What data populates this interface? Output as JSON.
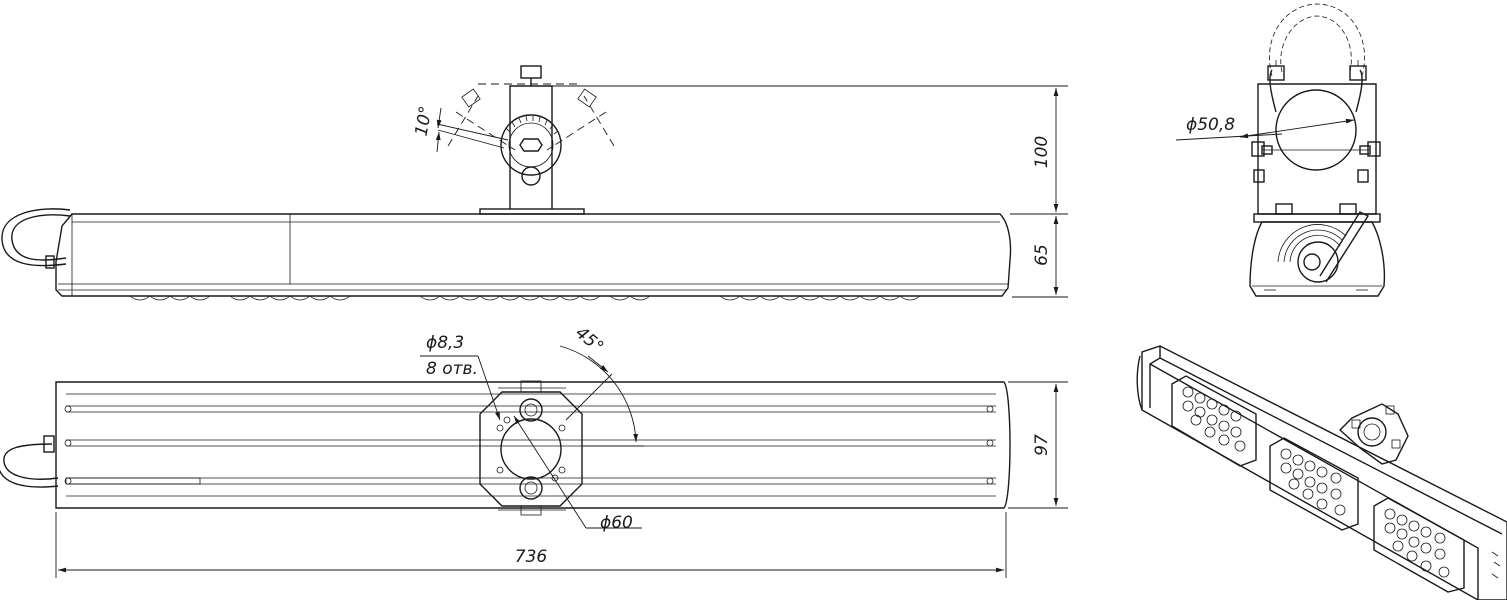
{
  "dimensions": {
    "height_bracket": "100",
    "height_body": "65",
    "angle_tilt": "10°",
    "hole_dia": "ϕ8,3",
    "hole_count": "8 отв.",
    "angle_rot": "45°",
    "width_body": "97",
    "mount_dia": "ϕ60",
    "length": "736",
    "pipe_dia": "ϕ50,8"
  }
}
